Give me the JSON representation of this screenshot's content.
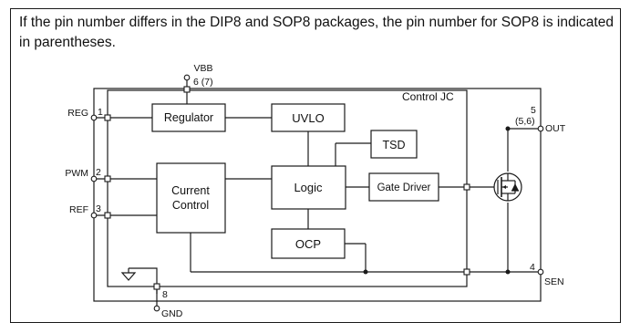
{
  "note": "If the pin number differs in the DIP8 and SOP8 packages, the pin number for SOP8 is indicated in parentheses.",
  "diagram": {
    "ic_label": "Control JC",
    "blocks": {
      "regulator": "Regulator",
      "uvlo": "UVLO",
      "tsd": "TSD",
      "logic": "Logic",
      "gate_driver": "Gate Driver",
      "current_control_line1": "Current",
      "current_control_line2": "Control",
      "ocp": "OCP"
    },
    "pins": {
      "vbb_name": "VBB",
      "vbb_num": "6 (7)",
      "reg_name": "REG",
      "reg_num": "1",
      "pwm_name": "PWM",
      "pwm_num": "2",
      "ref_name": "REF",
      "ref_num": "3",
      "out_name": "OUT",
      "out_num": "5",
      "out_num_sop": "(5,6)",
      "sen_name": "SEN",
      "sen_num": "4",
      "gnd_name": "GND",
      "gnd_num": "8"
    }
  }
}
